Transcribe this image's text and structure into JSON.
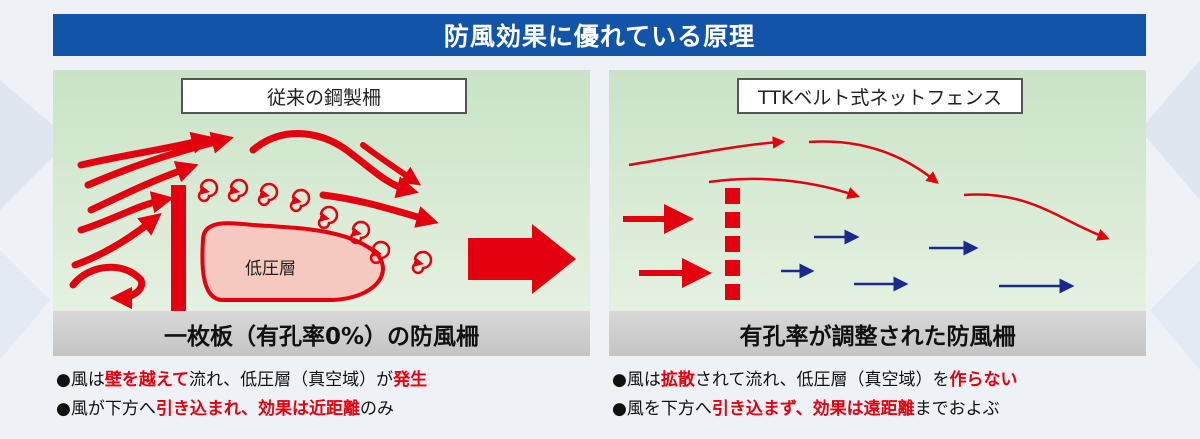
{
  "title": "防風効果に優れている原理",
  "left": {
    "label": "従来の鋼製柵",
    "low_pressure": "低圧層",
    "caption": "一枚板（有孔率0%）の防風柵",
    "bullets": [
      [
        {
          "t": "●風は",
          "red": false
        },
        {
          "t": "壁を越えて",
          "red": true
        },
        {
          "t": "流れ、低圧層（真空域）が",
          "red": false
        },
        {
          "t": "発生",
          "red": true
        }
      ],
      [
        {
          "t": "●風が下方へ",
          "red": false
        },
        {
          "t": "引き込まれ、効果は近距離",
          "red": true
        },
        {
          "t": "のみ",
          "red": false
        }
      ]
    ]
  },
  "right": {
    "label": "TTKベルト式ネットフェンス",
    "caption": "有孔率が調整された防風柵",
    "bullets": [
      [
        {
          "t": "●風は",
          "red": false
        },
        {
          "t": "拡散",
          "red": true
        },
        {
          "t": "されて流れ、低圧層（真空域）を",
          "red": false
        },
        {
          "t": "作らない",
          "red": true
        }
      ],
      [
        {
          "t": "●風を下方へ",
          "red": false
        },
        {
          "t": "引き込まず、効果は遠距離",
          "red": true
        },
        {
          "t": "までおよぶ",
          "red": false
        }
      ]
    ]
  },
  "colors": {
    "wind": "#e3000f",
    "calm": "#1a2a8c",
    "title_bg": "#1254a8"
  },
  "icons": [
    "red-wind-arrow",
    "vortex-icon",
    "blue-wind-arrow",
    "big-red-arrow"
  ]
}
